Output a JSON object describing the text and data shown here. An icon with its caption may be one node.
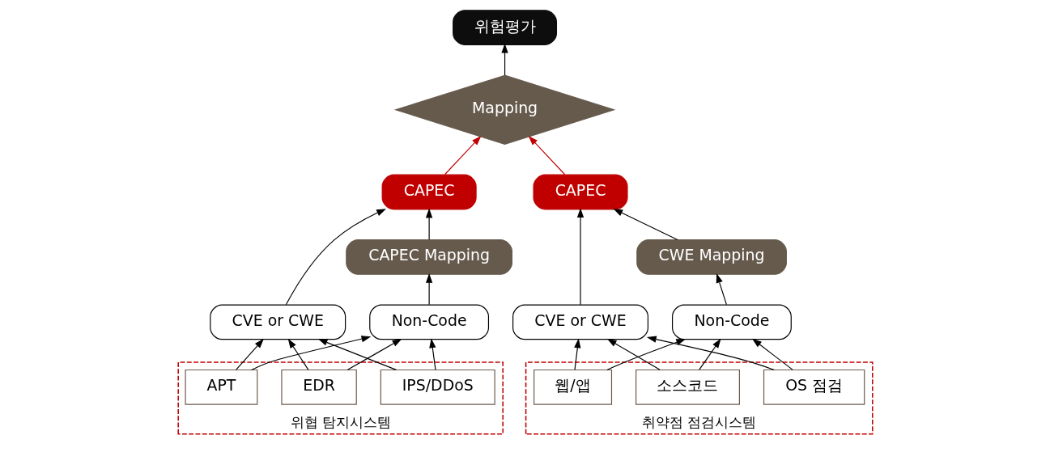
{
  "diagram": {
    "nodes": [
      {
        "text": [
          "위험평가"
        ]
      },
      {
        "text": [
          "Mapping"
        ]
      },
      {
        "text": [
          "CAPEC"
        ]
      },
      {
        "text": [
          "CAPEC"
        ]
      },
      {
        "text": [
          "CAPEC Mapping"
        ]
      },
      {
        "text": [
          "CWE Mapping"
        ]
      },
      {
        "text": [
          "CVE or CWE"
        ]
      },
      {
        "text": [
          "CVE or CWE"
        ]
      },
      {
        "text": [
          "Non-Code"
        ]
      },
      {
        "text": [
          "Non-Code"
        ]
      },
      {
        "text": [
          "위협 탐지시스템"
        ]
      },
      {
        "text": [
          "EDR"
        ],
        "in": 10
      },
      {
        "text": [
          "APT"
        ],
        "in": 10
      },
      {
        "text": [
          "IPS/DDoS"
        ],
        "in": 10
      },
      {
        "text": [
          "취약점 점검시스템"
        ]
      },
      {
        "text": [
          "소스코드"
        ],
        "in": 14
      },
      {
        "text": [
          "웹/앱"
        ],
        "in": 14
      },
      {
        "text": [
          "OS 점검"
        ],
        "in": 14
      }
    ],
    "edges": [
      {
        "from": 1,
        "to": 0,
        "arrow": "to"
      },
      {
        "from": 2,
        "to": 1,
        "arrow": "to",
        "color": "#c00000"
      },
      {
        "from": 3,
        "to": 1,
        "arrow": "to",
        "color": "#c00000"
      },
      {
        "from": 6,
        "to": 2,
        "arrow": "to"
      },
      {
        "from": 4,
        "to": 2,
        "arrow": "to"
      },
      {
        "from": 8,
        "to": 4,
        "arrow": "to"
      },
      {
        "from": 7,
        "to": 3,
        "arrow": "to"
      },
      {
        "from": 5,
        "to": 3,
        "arrow": "to"
      },
      {
        "from": 9,
        "to": 5,
        "arrow": "to"
      },
      {
        "from": 11,
        "to": 6,
        "arrow": "to"
      },
      {
        "from": 12,
        "to": 6,
        "arrow": "to"
      },
      {
        "from": 13,
        "to": 6,
        "arrow": "to"
      },
      {
        "from": 11,
        "to": 8,
        "arrow": "to"
      },
      {
        "from": 12,
        "to": 8,
        "arrow": "to"
      },
      {
        "from": 13,
        "to": 8,
        "arrow": "to"
      },
      {
        "from": 15,
        "to": 7,
        "arrow": "to"
      },
      {
        "from": 16,
        "to": 7,
        "arrow": "to"
      },
      {
        "from": 17,
        "to": 7,
        "arrow": "to"
      },
      {
        "from": 15,
        "to": 9,
        "arrow": "to"
      },
      {
        "from": 16,
        "to": 9,
        "arrow": "to"
      },
      {
        "from": 17,
        "to": 9,
        "arrow": "to"
      }
    ]
  }
}
